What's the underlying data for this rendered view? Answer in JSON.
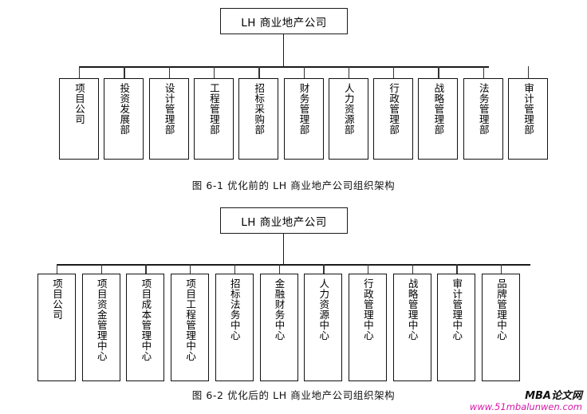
{
  "document": {
    "background_color": "#ffffff",
    "line_color": "#111111"
  },
  "charts": [
    {
      "id": "chart-1",
      "root": {
        "label": "LH 商业地产公司"
      },
      "nodes": [
        {
          "label": "项目公司"
        },
        {
          "label": "投资发展部"
        },
        {
          "label": "设计管理部"
        },
        {
          "label": "工程管理部"
        },
        {
          "label": "招标采购部"
        },
        {
          "label": "财务管理部"
        },
        {
          "label": "人力资源部"
        },
        {
          "label": "行政管理部"
        },
        {
          "label": "战略管理部"
        },
        {
          "label": "法务管理部"
        },
        {
          "label": "审计管理部"
        }
      ],
      "caption": "图 6-1  优化前的 LH 商业地产公司组织架构"
    },
    {
      "id": "chart-2",
      "root": {
        "label": "LH 商业地产公司"
      },
      "nodes": [
        {
          "label": "项目公司"
        },
        {
          "label": "项目资金管理中心"
        },
        {
          "label": "项目成本管理中心"
        },
        {
          "label": "项目工程管理中心"
        },
        {
          "label": "招标法务中心"
        },
        {
          "label": "金融财务中心"
        },
        {
          "label": "人力资源中心"
        },
        {
          "label": "行政管理中心"
        },
        {
          "label": "战略管理中心"
        },
        {
          "label": "审计管理中心"
        },
        {
          "label": "品牌管理中心"
        }
      ],
      "caption": "图 6-2  优化后的 LH 商业地产公司组织架构"
    }
  ],
  "watermark": {
    "title": "MBA论文网",
    "url": "www.51mbalunwen.com",
    "url_color": "#d617a8"
  }
}
